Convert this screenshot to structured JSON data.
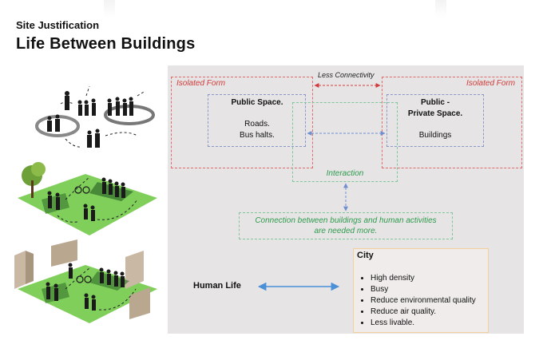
{
  "header": {
    "kicker": "Site Justification",
    "title": "Life Between Buildings"
  },
  "diagram": {
    "less_connectivity": "Less Connectivity",
    "isolated_left": "Isolated Form",
    "isolated_right": "Isolated Form",
    "public_space": {
      "title": "Public Space.",
      "items": [
        "Roads.",
        "Bus halts."
      ]
    },
    "private_space": {
      "title_line1": "Public -",
      "title_line2": "Private Space.",
      "item": "Buildings"
    },
    "interaction": "Interaction",
    "connection_line1": "Connection between buildings and human activities",
    "connection_line2": "are needed more.",
    "human_life": "Human Life",
    "city": {
      "title": "City",
      "bullets": [
        "High density",
        "Busy",
        "Reduce environmental quality",
        "Reduce air quality.",
        "Less livable."
      ]
    }
  },
  "colors": {
    "isolated": "#d23b3b",
    "interaction": "#2e9b4e",
    "connector": "#4a8fd8",
    "city_border": "#f2cf9d",
    "grass": "#7fcf5a"
  }
}
